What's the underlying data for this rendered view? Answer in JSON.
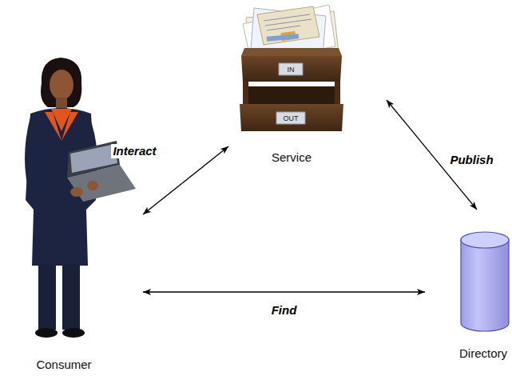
{
  "diagram": {
    "nodes": [
      {
        "text": [
          "Service"
        ]
      },
      {
        "text": [
          "Consumer"
        ]
      },
      {
        "text": [
          "Directory"
        ]
      }
    ],
    "edges": [
      {
        "from": 1,
        "to": 0,
        "label": "Interact",
        "arrow": "both"
      },
      {
        "from": 0,
        "to": 2,
        "label": "Publish",
        "arrow": "both"
      },
      {
        "from": 1,
        "to": 2,
        "label": "Find",
        "arrow": "both"
      }
    ],
    "labels": [
      "IN",
      "OUT"
    ]
  }
}
